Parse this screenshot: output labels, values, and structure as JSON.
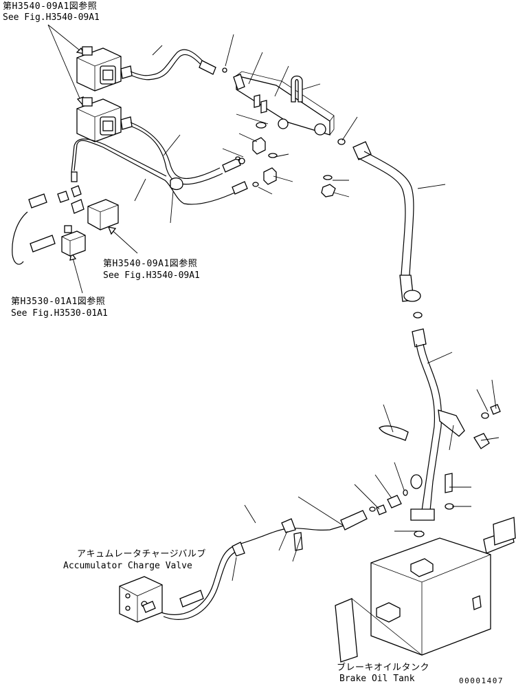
{
  "references": {
    "ref1_jp": "第H3540-09A1図参照",
    "ref1_en": "See Fig.H3540-09A1",
    "ref2_jp": "第H3540-09A1図参照",
    "ref2_en": "See Fig.H3540-09A1",
    "ref3_jp": "第H3530-01A1図参照",
    "ref3_en": "See Fig.H3530-01A1"
  },
  "components": {
    "accumulator_jp": "アキュムレータチャージバルブ",
    "accumulator_en": "Accumulator Charge Valve",
    "tank_jp": "ブレーキオイルタンク",
    "tank_en": "Brake Oil Tank"
  },
  "drawing_number": "00001407"
}
